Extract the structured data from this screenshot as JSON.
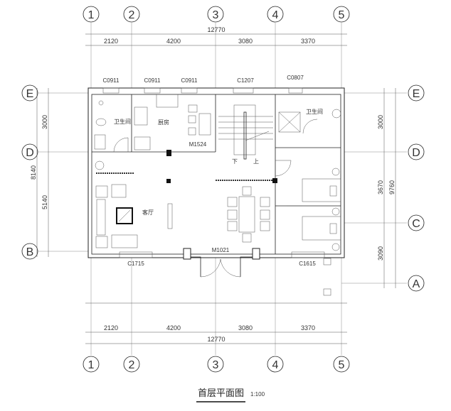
{
  "title": "首层平面图",
  "scale": "1:100",
  "axes_x": [
    "1",
    "2",
    "3",
    "4",
    "5"
  ],
  "axes_y": [
    "E",
    "D",
    "C",
    "B",
    "A"
  ],
  "dims_top": {
    "total": "12770",
    "segments": [
      "2120",
      "4200",
      "3080",
      "3370"
    ]
  },
  "dims_bottom": {
    "total": "12770",
    "segments": [
      "2120",
      "4200",
      "3080",
      "3370"
    ]
  },
  "dims_left": {
    "total": "8140",
    "segments": [
      "3000",
      "5140"
    ]
  },
  "dims_right": {
    "total": "9760",
    "segments": [
      "3000",
      "3670",
      "3090"
    ]
  },
  "windows": [
    "C0911",
    "C0911",
    "C0911",
    "C1207",
    "C0807",
    "C1715",
    "C1615"
  ],
  "doors": [
    "M1524",
    "M1021"
  ],
  "rooms": {
    "bath_left": "卫生间",
    "kitchen": "厨房",
    "bath_right": "卫生间",
    "living": "客厅"
  },
  "stairs": {
    "down": "下",
    "up": "上"
  }
}
